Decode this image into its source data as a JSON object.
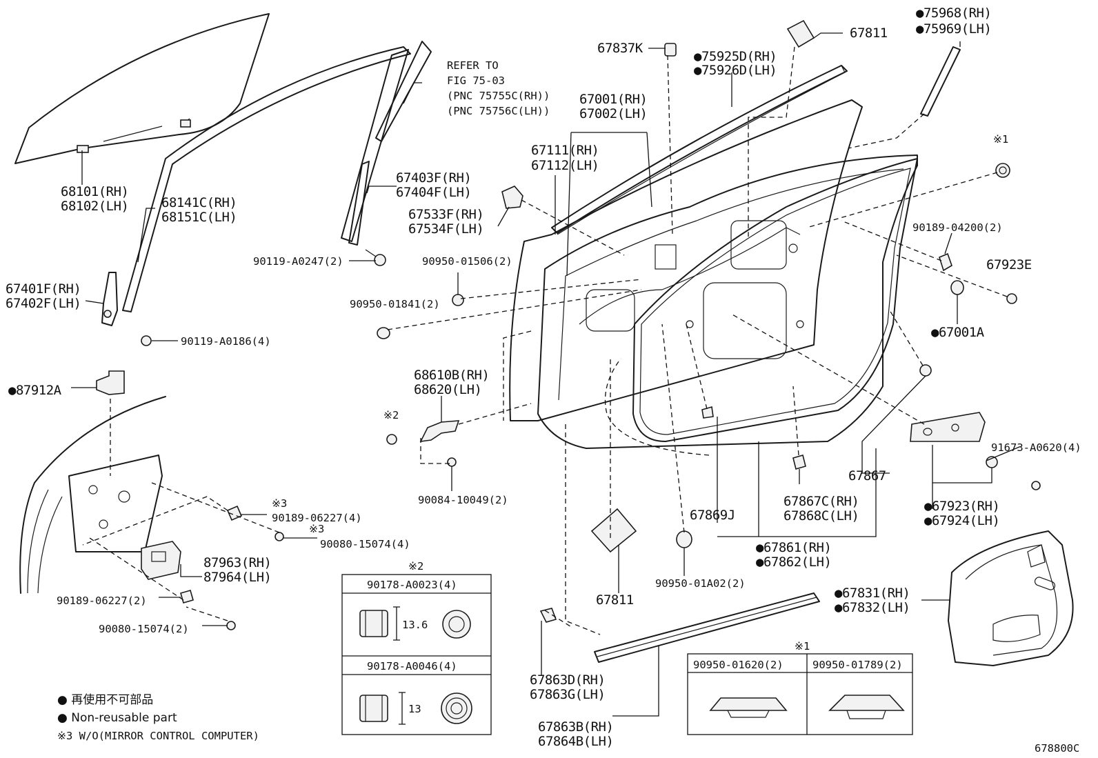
{
  "labels": {
    "l68101": "68101(RH)",
    "l68102": "68102(LH)",
    "l68141": "68141C(RH)",
    "l68151": "68151C(LH)",
    "lRefer1": "REFER TO",
    "lRefer2": "FIG 75-03",
    "lRefer3": "(PNC 75755C(RH))",
    "lRefer4": "(PNC 75756C(LH))",
    "l67837": "67837K",
    "l75925": "●75925D(RH)",
    "l75926": "●75926D(LH)",
    "l67811a": "67811",
    "l75968": "●75968(RH)",
    "l75969": "●75969(LH)",
    "l67001": "67001(RH)",
    "l67002": "67002(LH)",
    "l67111": "67111(RH)",
    "l67112": "67112(LH)",
    "l67403": "67403F(RH)",
    "l67404": "67404F(LH)",
    "l67533": "67533F(RH)",
    "l67534": "67534F(LH)",
    "lx1a": "※1",
    "l9018904200": "90189-04200(2)",
    "l67923E": "67923E",
    "l67401": "67401F(RH)",
    "l67402": "67402F(LH)",
    "l90119a0247": "90119-A0247(2)",
    "l9095001506": "90950-01506(2)",
    "l9095001841": "90950-01841(2)",
    "l67001A": "●67001A",
    "l90119a0186": "90119-A0186(4)",
    "l87912": "●87912A",
    "l68610": "68610B(RH)",
    "l68620": "68620(LH)",
    "lx2a": "※2",
    "l91673": "91673-A0620(4)",
    "l67867": "67867",
    "l67923": "●67923(RH)",
    "l67924": "●67924(LH)",
    "l9008410049": "90084-10049(2)",
    "lx3a": "※3",
    "l9018906227a": "90189-06227(4)",
    "lx3b": "※3",
    "l9008015074a": "90080-15074(4)",
    "l67869": "67869J",
    "l67867C": "67867C(RH)",
    "l67868C": "67868C(LH)",
    "l67861": "●67861(RH)",
    "l67862": "●67862(LH)",
    "l87963": "87963(RH)",
    "l87964": "87964(LH)",
    "l9018906227b": "90189-06227(2)",
    "l9008015074b": "90080-15074(2)",
    "lx2b": "※2",
    "l90178a0023": "90178-A0023(4)",
    "ldim136": "13.6",
    "l90178a0046": "90178-A0046(4)",
    "ldim13": "13",
    "l67811b": "67811",
    "l9095001a02": "90950-01A02(2)",
    "l67831": "●67831(RH)",
    "l67832": "●67832(LH)",
    "l67863D": "67863D(RH)",
    "l67863G": "67863G(LH)",
    "l67863B": "67863B(RH)",
    "l67864B": "67864B(LH)",
    "lx1b": "※1",
    "l9095001620": "90950-01620(2)",
    "l9095001789": "90950-01789(2)",
    "legend1": "● 再使用不可部品",
    "legend2": "● Non-reusable part",
    "legend3": "※3 W/O(MIRROR CONTROL COMPUTER)",
    "figcode": "678800C"
  },
  "colors": {
    "ink": "#111111",
    "background": "#ffffff"
  }
}
